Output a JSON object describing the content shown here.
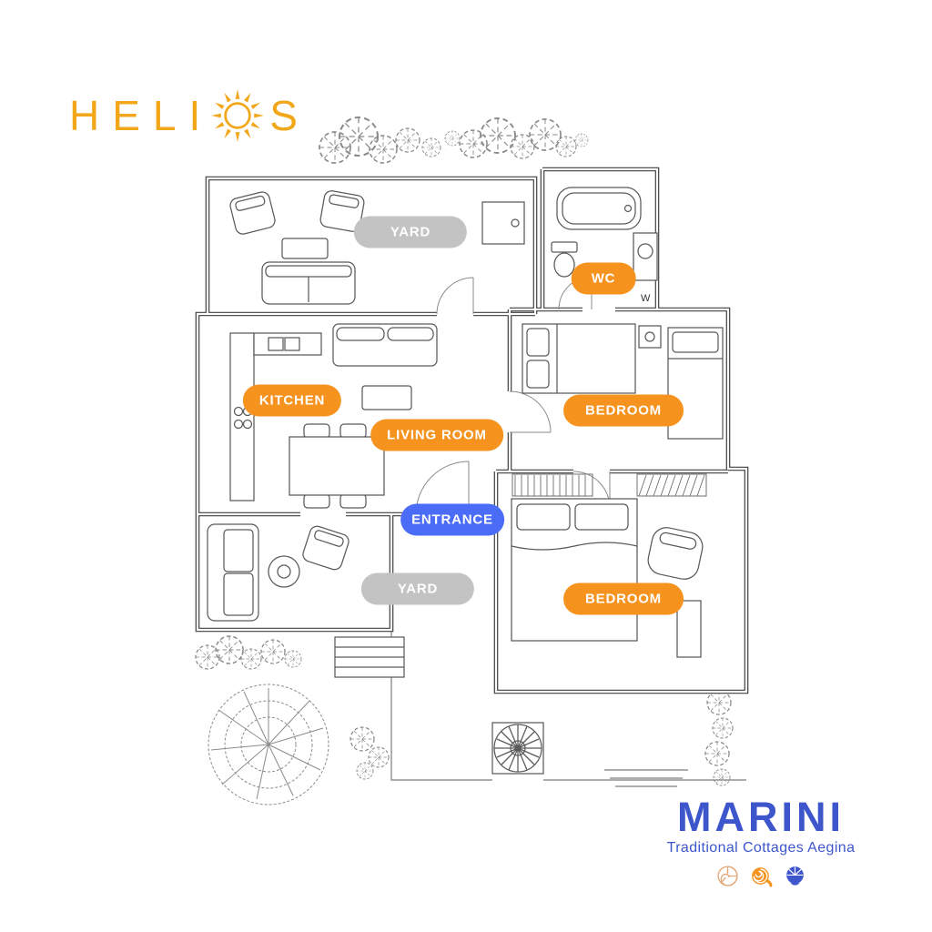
{
  "header": {
    "brand_prefix": "HELI",
    "brand_suffix": "S"
  },
  "plan_labels": {
    "yard_top": "YARD",
    "wc": "WC",
    "kitchen": "KITCHEN",
    "living_room": "LIVING ROOM",
    "bedroom_top": "BEDROOM",
    "entrance": "ENTRANCE",
    "yard_bottom": "YARD",
    "bedroom_bottom": "BEDROOM",
    "washer": "W"
  },
  "footer": {
    "brand": "MARINI",
    "tagline": "Traditional Cottages Aegina"
  },
  "colors": {
    "room_orange": "#F6921E",
    "yard_gray": "#C3C3C3",
    "entrance_blue": "#4A6CF7",
    "helios_orange": "#F2A71B",
    "marini_blue": "#3D56CC",
    "shell_sand": "#E2A878",
    "shell_orange": "#F6921E",
    "shell_blue": "#3D56CC"
  }
}
